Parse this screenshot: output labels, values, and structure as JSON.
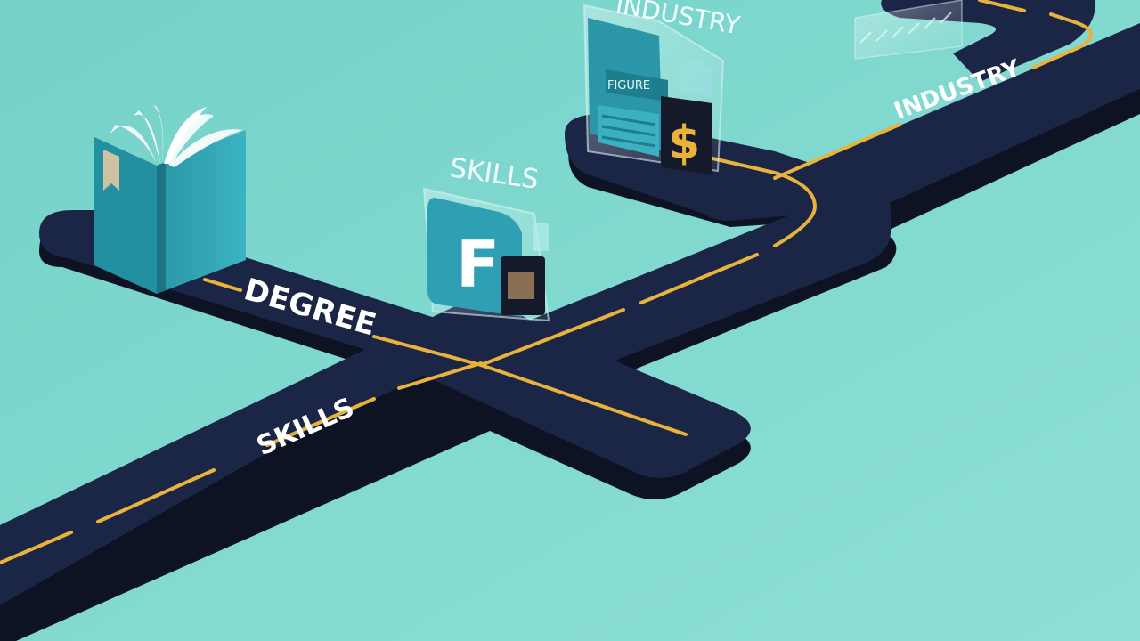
{
  "scene": {
    "background_color": "#7fd8cf",
    "road_color": "#1b2545",
    "road_edge_color": "#0e1424",
    "lane_marking_color": "#e8b23c",
    "accent_color": "#2a9fb1"
  },
  "labels": {
    "road_degree": "DEGREE",
    "road_skills": "SKILLS",
    "road_industry": "INDUSTRY",
    "float_skills": "SKILLS",
    "float_industry_top": "INDUSTRY"
  },
  "objects": {
    "book": {
      "icon": "open-book-icon"
    },
    "skills_sign": {
      "icon": "letter-f-sign-icon",
      "letter": "F"
    },
    "industry_panel": {
      "icon": "dollar-sign-icon",
      "symbol": "$",
      "small_text": "FIGURE"
    }
  }
}
